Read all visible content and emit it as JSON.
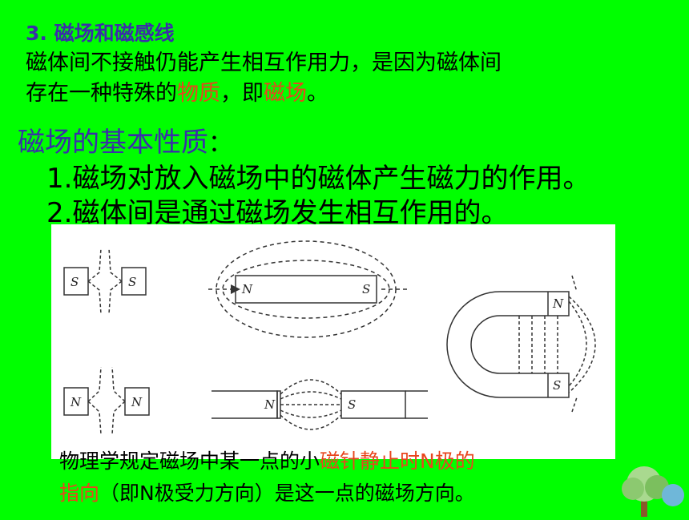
{
  "section_title": "3. 磁场和磁感线",
  "intro": {
    "line1": "磁体间不接触仍能产生相互作用力，是因为磁体间",
    "line2_pre": "存在一种特殊的",
    "line2_red1": "物质",
    "line2_mid": "，即",
    "line2_red2": "磁场",
    "line2_post": "。"
  },
  "properties": {
    "heading": "磁场的基本性质",
    "colon": "：",
    "item1": "1.磁场对放入磁场中的磁体产生磁力的作用。",
    "item2": "2.磁体间是通过磁场发生相互作用的。"
  },
  "figure": {
    "pole_s": "S",
    "pole_n": "N"
  },
  "rule": {
    "line1_pre": "物理学规定磁场中某一点的小",
    "line1_red": "磁针静止时N极的",
    "line2_red": "指向",
    "line2_post": "（即N极受力方向）是这一点的磁场方向。"
  },
  "colors": {
    "background": "#00ff00",
    "title": "#3a2fa8",
    "highlight": "#e8451e"
  },
  "icons": [
    "tree-icon"
  ]
}
